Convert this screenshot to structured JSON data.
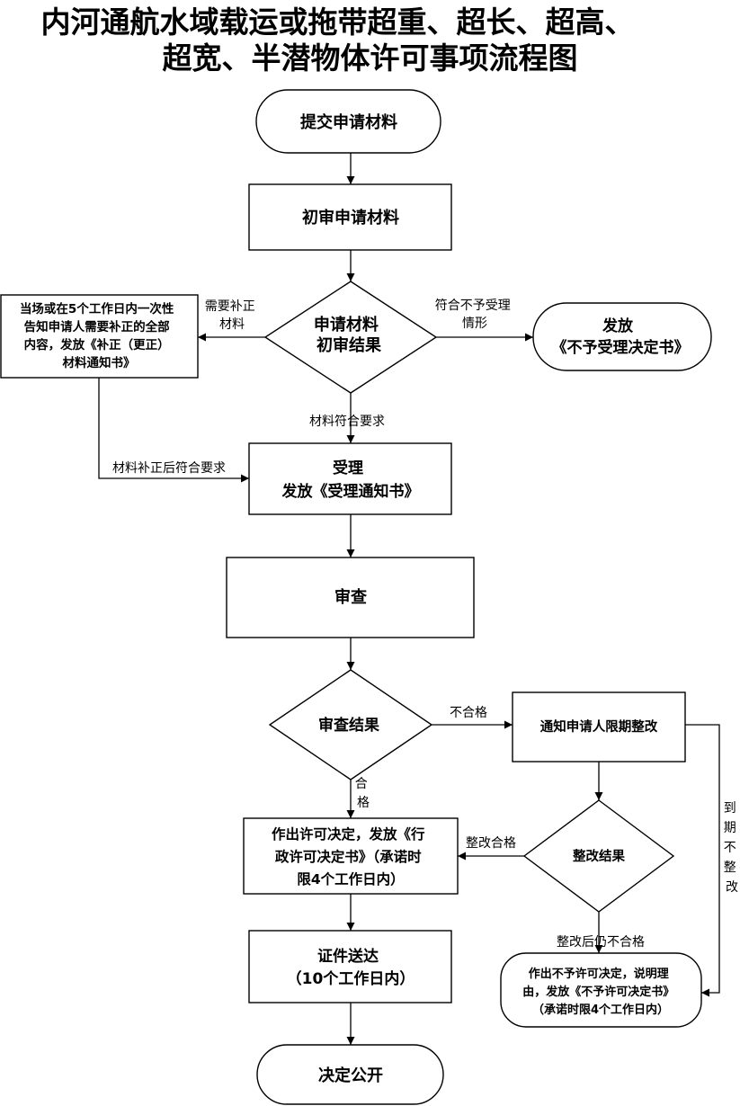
{
  "title": {
    "line1": "内河通航水域载运或拖带超重、超长、超高、",
    "line2": "超宽、半潜物体许可事项流程图"
  },
  "nodes": {
    "submit": [
      "提交申请材料"
    ],
    "initial_review": [
      "初审申请材料"
    ],
    "initial_result": [
      "申请材料",
      "初审结果"
    ],
    "supplement": [
      "当场或在5个工作日内一次性",
      "告知申请人需要补正的全部",
      "内容，发放《补正（更正）",
      "材料通知书》"
    ],
    "reject_acceptance": [
      "发放",
      "《不予受理决定书》"
    ],
    "accept": [
      "受理",
      "发放《受理通知书》"
    ],
    "review": [
      "审查"
    ],
    "review_result": [
      "审查结果"
    ],
    "rectify_notice": [
      "通知申请人限期整改"
    ],
    "rectify_result": [
      "整改结果"
    ],
    "permit": [
      "作出许可决定，发放《行",
      "政许可决定书》（承诺时",
      "限4个工作日内）"
    ],
    "deny": [
      "作出不予许可决定，说明理",
      "由，发放《不予许可决定书》",
      "（承诺时限4个工作日内）"
    ],
    "deliver": [
      "证件送达",
      "（10个工作日内）"
    ],
    "publish": [
      "决定公开"
    ]
  },
  "edges": {
    "need_supplement": [
      "需要补正",
      "材料"
    ],
    "not_accepted": [
      "符合不予受理",
      "情形"
    ],
    "meets_requirements": [
      "材料符合要求"
    ],
    "supplemented_ok": [
      "材料补正后符合要求"
    ],
    "unqualified": [
      "不合格"
    ],
    "qualified": [
      "合",
      "格"
    ],
    "rectified_ok": [
      "整改合格"
    ],
    "still_unqualified": [
      "整改后仍不合格"
    ],
    "overdue": [
      "到",
      "期",
      "不",
      "整",
      "改"
    ]
  }
}
